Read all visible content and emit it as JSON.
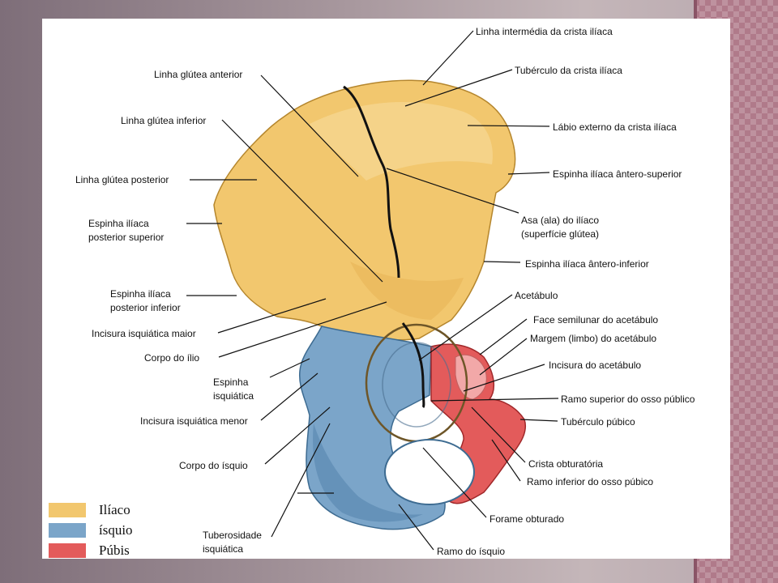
{
  "colors": {
    "iliaco": "#f2c76e",
    "isquio": "#7ba5c9",
    "pubis": "#e35b5b",
    "acetabulo_face": "#f2a8a8"
  },
  "labels_right": [
    "Linha intermédia da crista ilíaca",
    "Tubérculo da crista ilíaca",
    "Lábio externo da crista ilíaca",
    "Espinha ilíaca ântero-superior",
    "Asa (ala) do ilíaco",
    "(superfície glútea)",
    "Espinha ilíaca ântero-inferior",
    "Acetábulo",
    "Face semilunar do acetábulo",
    "Margem (limbo) do acetábulo",
    "Incisura do acetábulo",
    "Ramo superior do osso público",
    "Tubérculo púbico",
    "Crista obturatória",
    "Ramo inferior do osso púbico",
    "Forame obturado",
    "Ramo do ísquio"
  ],
  "labels_left": [
    "Linha glútea anterior",
    "Linha glútea inferior",
    "Linha glútea posterior",
    "Espinha ilíaca",
    "posterior superior",
    "Espinha ilíaca",
    "posterior inferior",
    "Incisura isquiática maior",
    "Corpo do ílio",
    "Espinha",
    "isquiática",
    "Incisura isquiática menor",
    "Corpo do ísquio",
    "Tuberosidade",
    "isquiática"
  ],
  "legend": [
    {
      "label": "Ilíaco",
      "color": "#f2c76e"
    },
    {
      "label": "ísquio",
      "color": "#7ba5c9"
    },
    {
      "label": "Púbis",
      "color": "#e35b5b"
    }
  ]
}
